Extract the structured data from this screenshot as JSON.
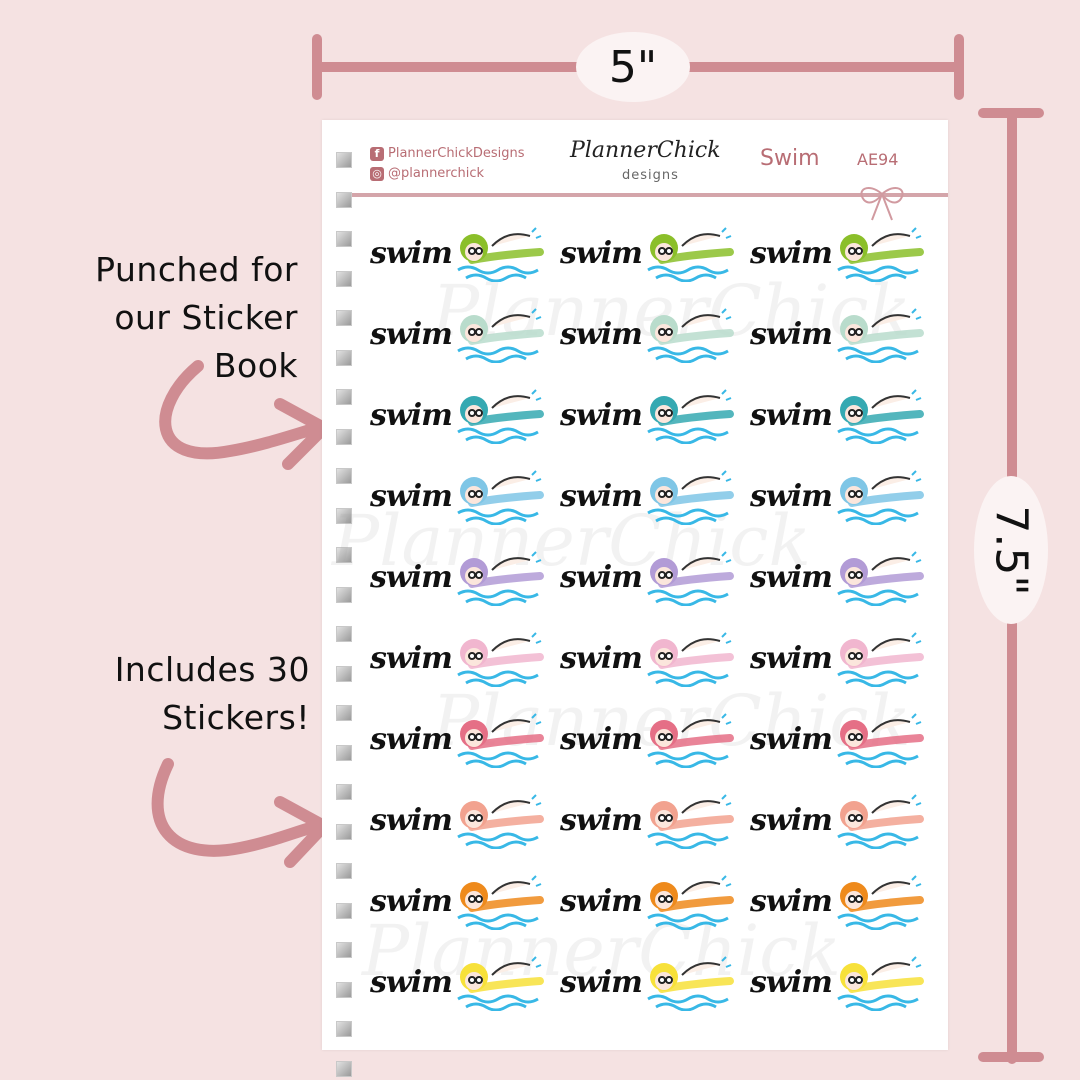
{
  "dimensions": {
    "width_label": "5\"",
    "height_label": "7.5\""
  },
  "callouts": {
    "punched": [
      "Punched for",
      "our Sticker",
      "Book"
    ],
    "includes": [
      "Includes 30",
      "Stickers!"
    ]
  },
  "sheet": {
    "facebook": "PlannerChickDesigns",
    "instagram": "@plannerchick",
    "logo_main": "PlannerChick",
    "logo_sub": "designs",
    "title": "Swim",
    "code": "AE94",
    "sticker_word": "swim",
    "cap_colors": [
      "#8bbf2a",
      "#b9dccc",
      "#35a9b2",
      "#7fc6e6",
      "#b29bd6",
      "#f1b6cf",
      "#e56f86",
      "#f2a28f",
      "#ee8a1c",
      "#f7e13a"
    ],
    "wave_color": "#38b8e6",
    "watermark": "PlannerChick"
  },
  "colors": {
    "accent": "#cf8c92",
    "background": "#f5e2e2"
  }
}
